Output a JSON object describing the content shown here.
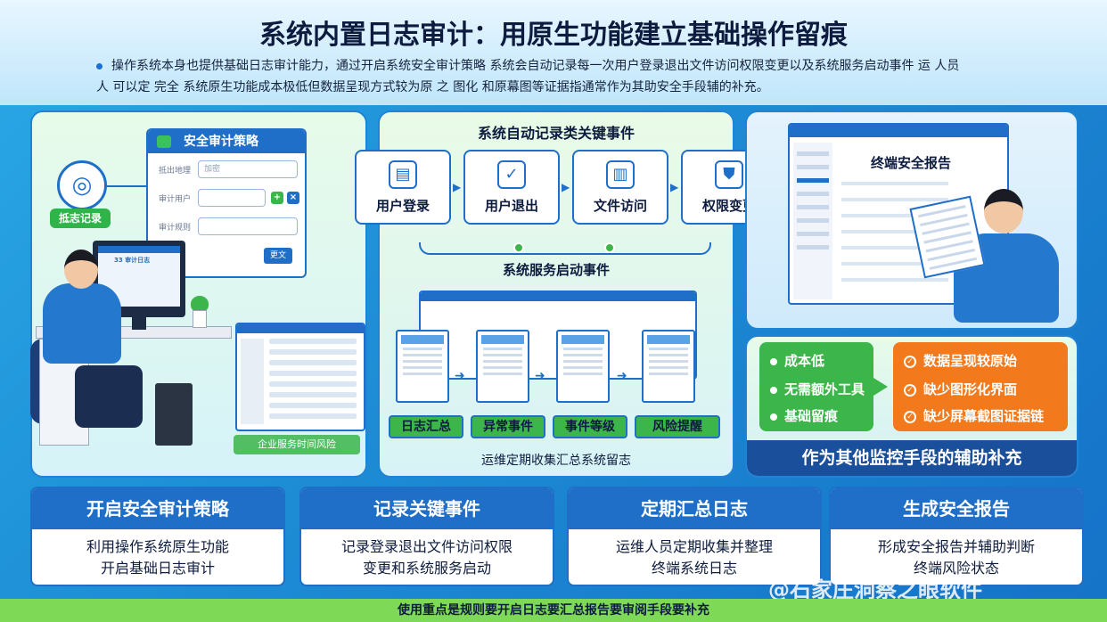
{
  "title": "系统内置日志审计：用原生功能建立基础操作留痕",
  "intro": {
    "line1": "操作系统本身也提供基础日志审计能力，通过开启系统安全审计策略 系统会自动记录每一次用户登录退出文件访问权限变更以及系统服务启动事件 运 人员",
    "line2": "人 可以定 完全 系统原生功能成本极低但数据呈现方式较为原 之 图化 和原幕图等证据指通常作为其助安全手段辅的补充。"
  },
  "left_panel": {
    "audit_tag": "抵志记录",
    "policy_title": "安全审计策略",
    "fields": [
      {
        "label": "抵出地理",
        "value": "加密"
      },
      {
        "label": "审计用户",
        "value": ""
      },
      {
        "label": "审计规则",
        "value": ""
      }
    ],
    "save_label": "更文",
    "monitor_text": "33 审计日志",
    "enterprise_tag": "企业服务时间风险"
  },
  "mid_panel": {
    "title": "系统自动记录类关键事件",
    "events": [
      {
        "label": "用户登录",
        "icon": "document-icon"
      },
      {
        "label": "用户退出",
        "icon": "shield-check-icon"
      },
      {
        "label": "文件访问",
        "icon": "calendar-chart-icon"
      },
      {
        "label": "权限变更",
        "icon": "shield-download-icon"
      }
    ],
    "service_label": "系统服务启动事件",
    "stages": [
      "日志汇总",
      "异常事件",
      "事件等级",
      "风险提醒"
    ],
    "footer": "运维定期收集汇总系统留志"
  },
  "right_panel": {
    "report_title": "终端安全报告"
  },
  "summary": {
    "pros": [
      "成本低",
      "无需额外工具",
      "基础留痕"
    ],
    "cons": [
      "数据呈现较原始",
      "缺少图形化界面",
      "缺少屏幕截图证据链"
    ],
    "banner": "作为其他监控手段的辅助补充"
  },
  "steps": [
    {
      "title": "开启安全审计策略",
      "line1": "利用操作系统原生功能",
      "line2": "开启基础日志审计"
    },
    {
      "title": "记录关键事件",
      "line1": "记录登录退出文件访问权限",
      "line2": "变更和系统服务启动"
    },
    {
      "title": "定期汇总日志",
      "line1": "运维人员定期收集并整理",
      "line2": "终端系统日志"
    },
    {
      "title": "生成安全报告",
      "line1": "形成安全报告并辅助判断",
      "line2": "终端风险状态"
    }
  ],
  "watermark": "@石家庄洞察之眼软件",
  "footer": "使用重点是规则要开启日志要汇总报告要审阅手段要补充",
  "colors": {
    "primary": "#1f6fc8",
    "green": "#3cb54a",
    "orange": "#f27a1c",
    "navy": "#1a4f9c"
  }
}
